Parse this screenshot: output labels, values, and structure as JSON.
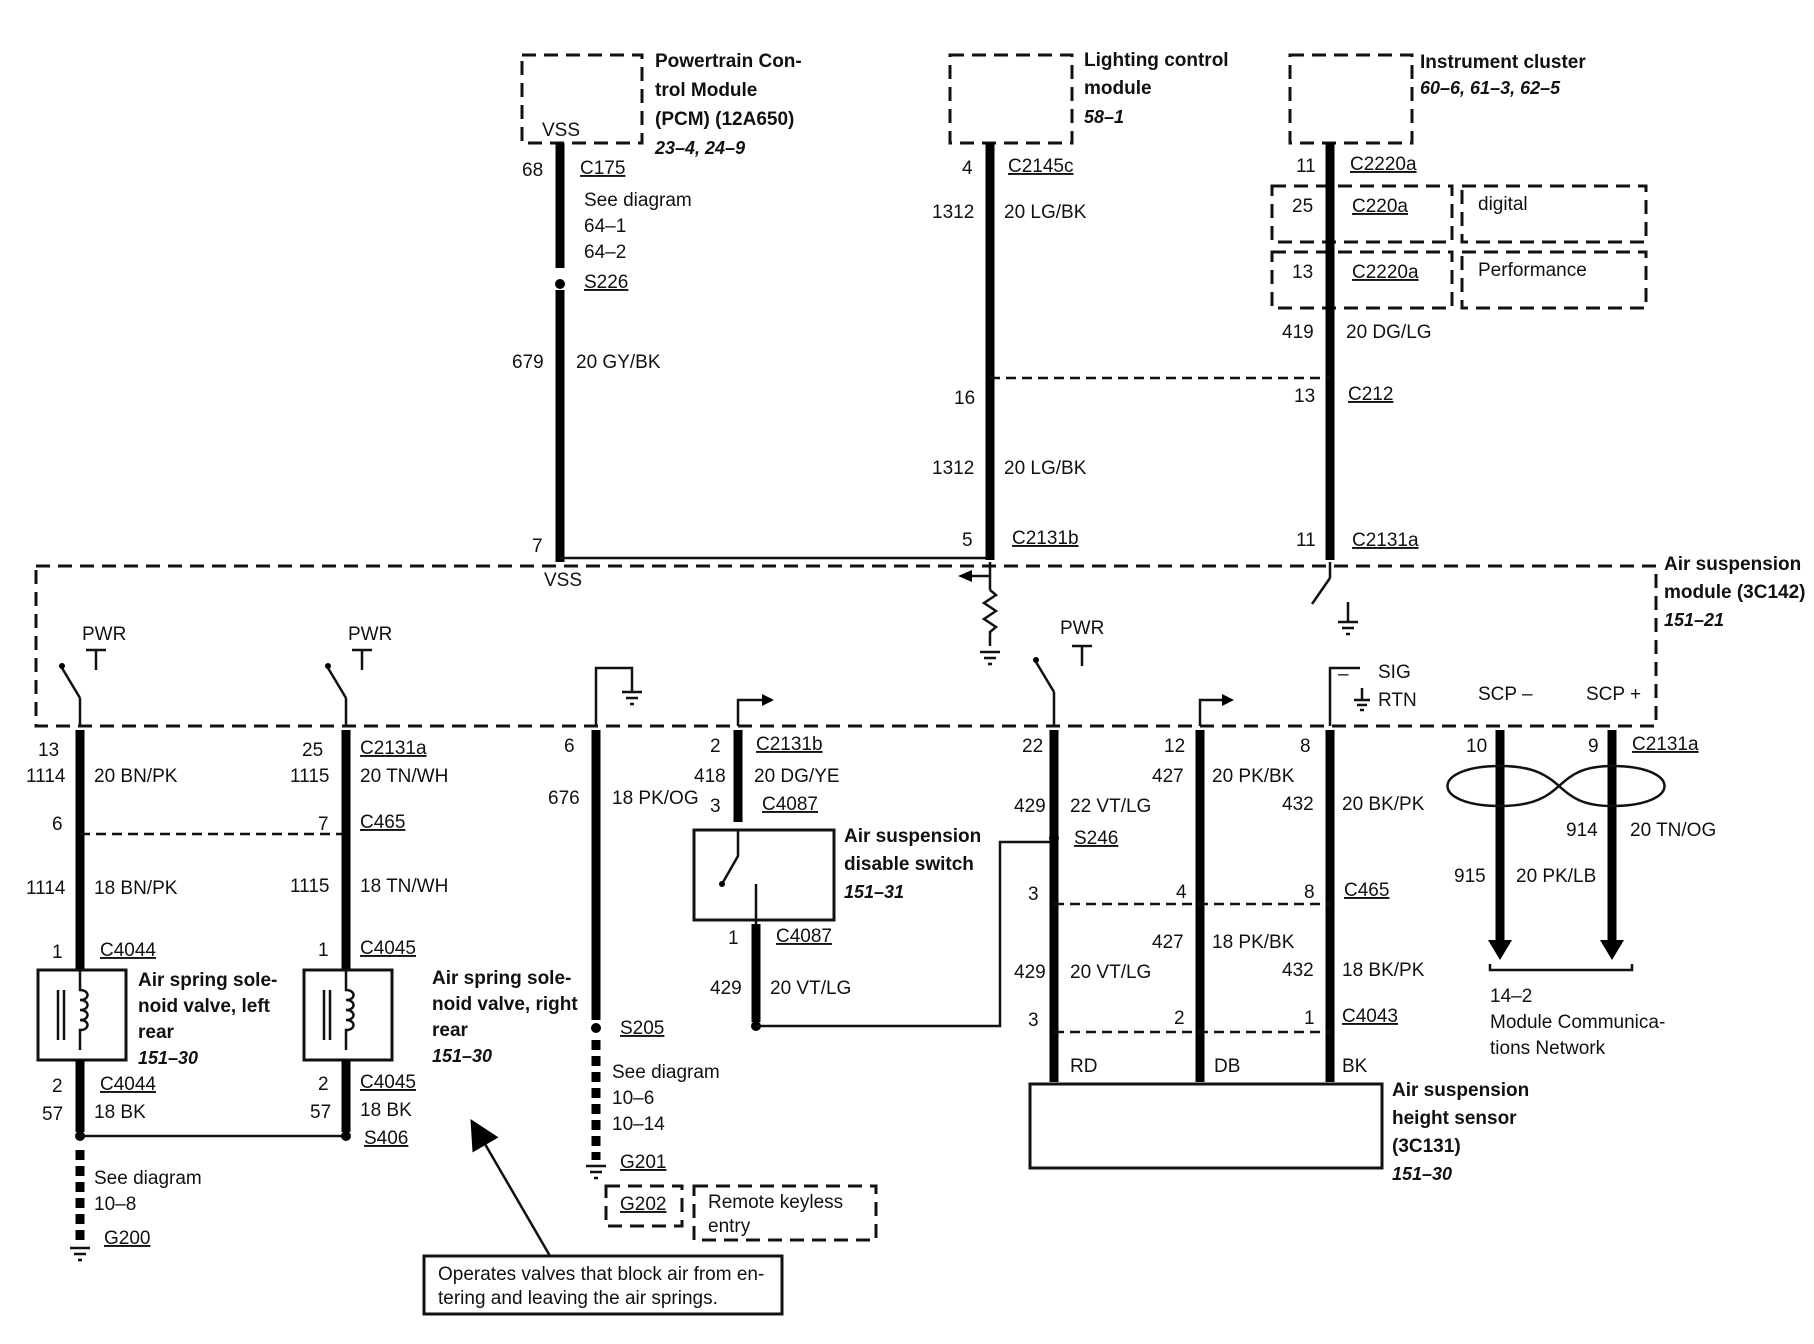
{
  "modules": {
    "pcm": {
      "name_l1": "Powertrain Con-",
      "name_l2": "trol Module",
      "name_l3": "(PCM) (12A650)",
      "ref": "23–4, 24–9",
      "pin_label": "VSS"
    },
    "lighting": {
      "name_l1": "Lighting control",
      "name_l2": "module",
      "ref": "58–1"
    },
    "cluster": {
      "name": "Instrument cluster",
      "ref": "60–6, 61–3, 62–5"
    },
    "air_module": {
      "name_l1": "Air suspension",
      "name_l2": "module (3C142)",
      "ref": "151–21",
      "vss": "VSS"
    },
    "digital": "digital",
    "performance": "Performance"
  },
  "pcm_circuit": {
    "pin_top": "68",
    "conn_top": "C175",
    "see_diagram": "See diagram",
    "ref1": "64–1",
    "ref2": "64–2",
    "splice": "S226",
    "circuit": "679",
    "wire": "20 GY/BK",
    "pin_bottom": "7"
  },
  "lighting_circuit": {
    "pin_top": "4",
    "conn_top": "C2145c",
    "circuit_a": "1312",
    "wire_a": "20 LG/BK",
    "pin_mid": "16",
    "circuit_b": "1312",
    "wire_b": "20 LG/BK",
    "pin_bottom": "5",
    "conn_bottom": "C2131b"
  },
  "cluster_circuit": {
    "pin_top": "11",
    "conn_top": "C2220a",
    "pin_digital": "25",
    "conn_digital": "C220a",
    "pin_perf": "13",
    "conn_perf": "C2220a",
    "circuit": "419",
    "wire": "20 DG/LG",
    "pin_mid": "13",
    "conn_mid": "C212",
    "pin_bottom": "11",
    "conn_bottom": "C2131a"
  },
  "labels": {
    "pwr": "PWR",
    "sig": "SIG",
    "rtn": "RTN",
    "scp_minus": "SCP –",
    "scp_plus": "SCP +",
    "minus": "–"
  },
  "left_rear": {
    "pin_top": "13",
    "circuit": "1114",
    "wire": "20 BN/PK",
    "pin_c465": "6",
    "circuit_b": "1114",
    "wire_b": "18 BN/PK",
    "pin_c4044": "1",
    "conn": "C4044",
    "name_l1": "Air spring sole-",
    "name_l2": "noid valve, left",
    "name_l3": "rear",
    "ref": "151–30",
    "pin_bottom": "2",
    "conn_bottom": "C4044",
    "circuit_gnd": "57",
    "wire_gnd": "18 BK",
    "see_diagram": "See diagram",
    "ref_gnd": "10–8",
    "ground": "G200"
  },
  "right_rear": {
    "pin_top": "25",
    "conn_top": "C2131a",
    "circuit": "1115",
    "wire": "20 TN/WH",
    "pin_c465": "7",
    "conn_c465": "C465",
    "circuit_b": "1115",
    "wire_b": "18 TN/WH",
    "pin_c4045": "1",
    "conn": "C4045",
    "name_l1": "Air spring sole-",
    "name_l2": "noid valve, right",
    "name_l3": "rear",
    "ref": "151–30",
    "pin_bottom": "2",
    "conn_bottom": "C4045",
    "circuit_gnd": "57",
    "wire_gnd": "18 BK",
    "splice": "S406"
  },
  "ground_circuit": {
    "pin_top": "6",
    "circuit": "676",
    "wire": "18 PK/OG",
    "splice": "S205",
    "see_diagram": "See diagram",
    "ref1": "10–6",
    "ref2": "10–14",
    "ground1": "G201",
    "ground2": "G202",
    "rke_l1": "Remote keyless",
    "rke_l2": "entry"
  },
  "disable_switch": {
    "pin_top": "2",
    "conn_top": "C2131b",
    "circuit": "418",
    "wire": "20 DG/YE",
    "pin_in": "3",
    "conn_in": "C4087",
    "name_l1": "Air suspension",
    "name_l2": "disable switch",
    "ref": "151–31",
    "pin_out": "1",
    "conn_out": "C4087",
    "circuit_out": "429",
    "wire_out": "20 VT/LG"
  },
  "height_sensor": {
    "pin_a": "22",
    "circuit_a": "429",
    "wire_a": "22 VT/LG",
    "splice": "S246",
    "pin_b": "12",
    "circuit_b": "427",
    "wire_b": "20 PK/BK",
    "pin_c": "8",
    "circuit_c": "432",
    "wire_c": "20 BK/PK",
    "c465_a": "3",
    "c465_b": "4",
    "c465_c": "8",
    "conn_c465": "C465",
    "circuit_a2": "429",
    "wire_a2": "20 VT/LG",
    "circuit_b2": "427",
    "wire_b2": "18 PK/BK",
    "circuit_c2": "432",
    "wire_c2": "18 BK/PK",
    "c4043_a": "3",
    "c4043_b": "2",
    "c4043_c": "1",
    "conn_c4043": "C4043",
    "term_a": "RD",
    "term_b": "DB",
    "term_c": "BK",
    "name_l1": "Air suspension",
    "name_l2": "height sensor",
    "name_l3": "(3C131)",
    "ref": "151–30"
  },
  "scp": {
    "pin_minus": "10",
    "pin_plus": "9",
    "conn": "C2131a",
    "circuit_plus": "914",
    "wire_plus": "20 TN/OG",
    "circuit_minus": "915",
    "wire_minus": "20 PK/LB",
    "ref": "14–2",
    "network_l1": "Module Communica-",
    "network_l2": "tions Network"
  },
  "note": {
    "line1": "Operates valves that block air from en-",
    "line2": "tering and leaving the air springs."
  }
}
